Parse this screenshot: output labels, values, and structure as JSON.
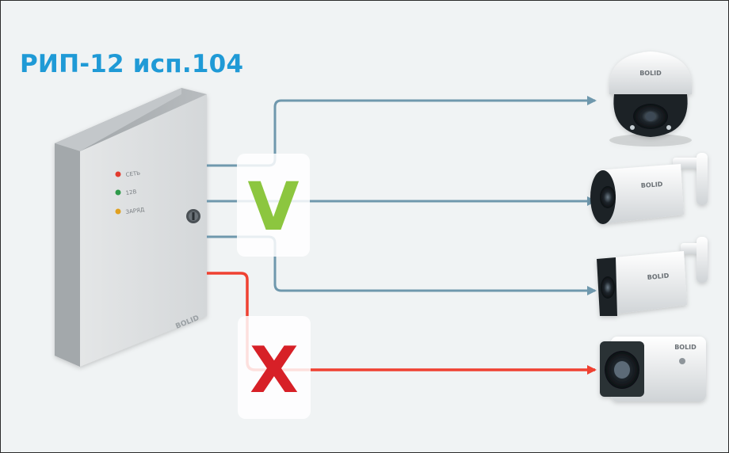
{
  "title": "РИП-12 исп.104",
  "device": {
    "indicators": [
      {
        "label": "СЕТЬ",
        "color": "#e23b2e"
      },
      {
        "label": "12В",
        "color": "#2f9a4a"
      },
      {
        "label": "ЗАРЯД",
        "color": "#e0a020"
      }
    ],
    "brand": "BOLID"
  },
  "cameras": [
    {
      "name": "dome-camera",
      "brand": "BOLID",
      "status": "ok"
    },
    {
      "name": "bullet-camera-1",
      "brand": "BOLID",
      "status": "ok"
    },
    {
      "name": "bullet-camera-2",
      "brand": "BOLID",
      "status": "ok"
    },
    {
      "name": "box-camera",
      "brand": "BOLID",
      "status": "fail"
    }
  ],
  "status_marks": {
    "ok": "V",
    "fail": "X"
  },
  "colors": {
    "title": "#1f9ad6",
    "line_ok": "#6f98ad",
    "line_fail": "#ef4131",
    "check": "#8cc63f",
    "cross": "#d72027"
  }
}
